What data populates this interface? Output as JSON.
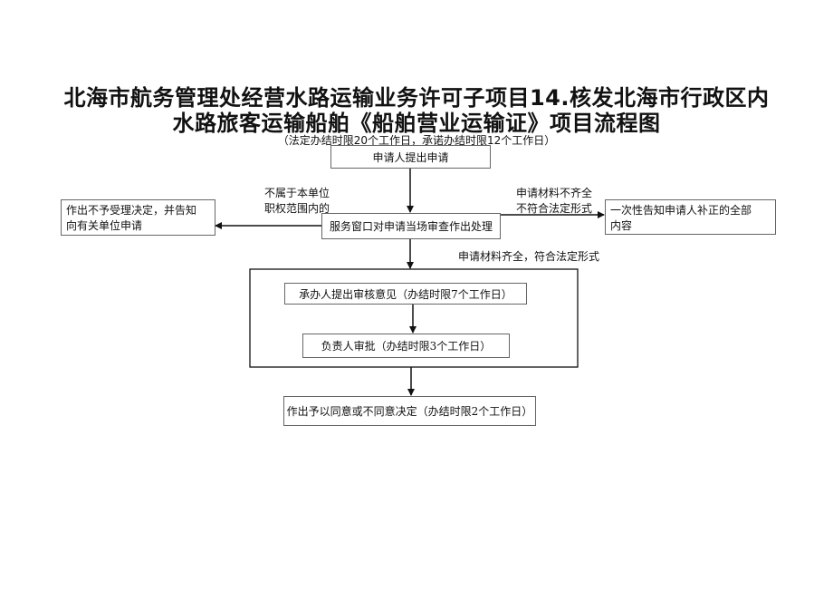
{
  "title": {
    "line1": "北海市航务管理处经营水路运输业务许可子项目14.核发北海市行政区内",
    "line2": "水路旅客运输船舶《船舶营业运输证》项目流程图",
    "line3": "（法定办结时限20个工作日，承诺办结时限12个工作日）"
  },
  "nodes": {
    "apply": "申请人提出申请",
    "review": "服务窗口对申请当场审查作出处理",
    "reject_line1": "作出不予受理决定，并告知",
    "reject_line2": "向有关单位申请",
    "notify_line1": "一次性告知申请人补正的全部",
    "notify_line2": "内容",
    "opinion": "承办人提出审核意见（办结时限7个工作日）",
    "approve": "负责人审批（办结时限3个工作日）",
    "decide": "作出予以同意或不同意决定（办结时限2个工作日）"
  },
  "edge_labels": {
    "out_of_scope_line1": "不属于本单位",
    "out_of_scope_line2": "职权范围内的",
    "incomplete_line1": "申请材料不齐全",
    "incomplete_line2": "不符合法定形式",
    "complete": "申请材料齐全，符合法定形式"
  }
}
